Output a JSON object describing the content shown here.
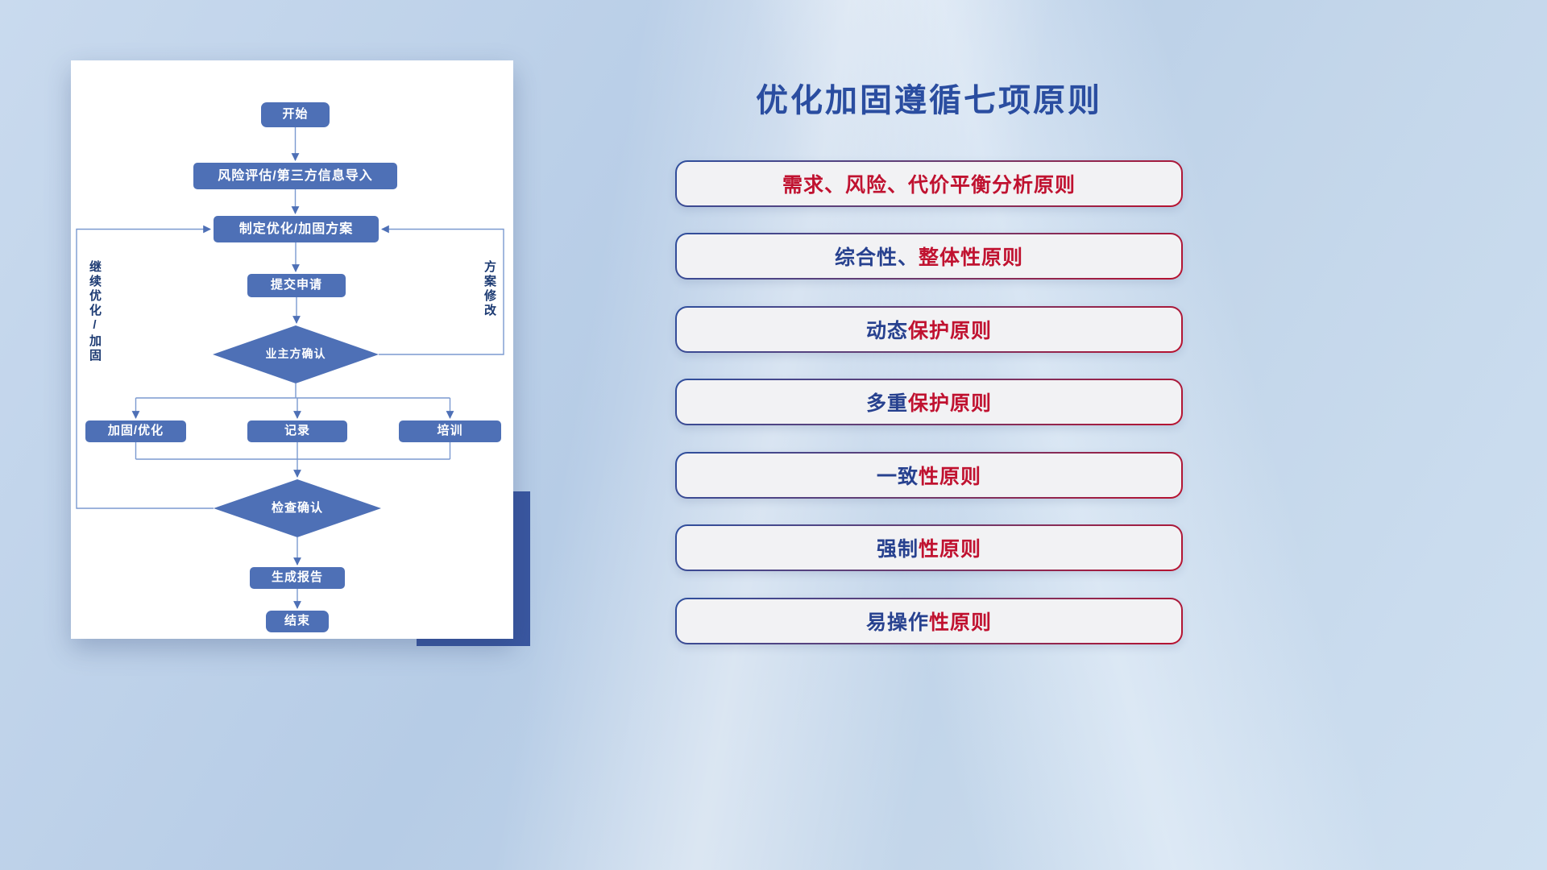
{
  "slide": {
    "title": "优化加固遵循七项原则"
  },
  "flowchart": {
    "nodes": {
      "start": "开始",
      "risk_import": "风险评估/第三方信息导入",
      "make_plan": "制定优化/加固方案",
      "submit_request": "提交申请",
      "owner_confirm": "业主方确认",
      "reinforce_optimize": "加固/优化",
      "record": "记录",
      "training": "培训",
      "check_confirm": "检查确认",
      "generate_report": "生成报告",
      "end": "结束"
    },
    "edge_labels": {
      "continue_optimize": "继续优化/加固",
      "plan_modify": "方案修改"
    }
  },
  "principles": {
    "items": [
      {
        "part_blue": "",
        "part_red": "需求、风险、代价平衡分析原则"
      },
      {
        "part_blue": "综合性、",
        "part_red": "整体性原则"
      },
      {
        "part_blue": "动态",
        "part_red": "保护原则"
      },
      {
        "part_blue": "多重",
        "part_red": "保护原则"
      },
      {
        "part_blue": "一致",
        "part_red": "性原则"
      },
      {
        "part_blue": "强制",
        "part_red": "性原则"
      },
      {
        "part_blue": "易操作",
        "part_red": "性原则"
      }
    ]
  },
  "colors": {
    "title_blue": "#2a4da0",
    "node_blue": "#4e70b6",
    "line_blue": "#7b9ad0",
    "accent_rect_blue": "#3a57a0",
    "principle_red": "#c01230",
    "principle_blue": "#27418f",
    "pill_background": "#f2f2f4"
  }
}
